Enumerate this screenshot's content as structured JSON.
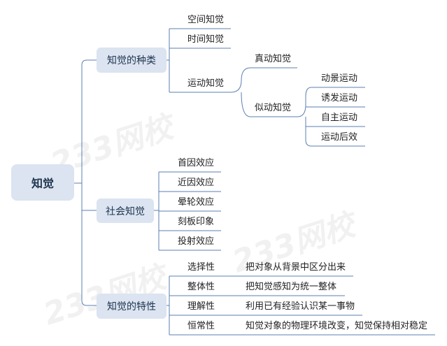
{
  "watermark": "233网校",
  "root": {
    "label": "知觉"
  },
  "branches": [
    {
      "label": "知觉的种类",
      "children": [
        {
          "label": "空间知觉"
        },
        {
          "label": "时间知觉"
        },
        {
          "label": "运动知觉",
          "children": [
            {
              "label": "真动知觉"
            },
            {
              "label": "似动知觉",
              "children": [
                {
                  "label": "动景运动"
                },
                {
                  "label": "诱发运动"
                },
                {
                  "label": "自主运动"
                },
                {
                  "label": "运动后效"
                }
              ]
            }
          ]
        }
      ]
    },
    {
      "label": "社会知觉",
      "children": [
        {
          "label": "首因效应"
        },
        {
          "label": "近因效应"
        },
        {
          "label": "晕轮效应"
        },
        {
          "label": "刻板印象"
        },
        {
          "label": "投射效应"
        }
      ]
    },
    {
      "label": "知觉的特性",
      "children": [
        {
          "label": "选择性",
          "desc": "把对象从背景中区分出来"
        },
        {
          "label": "整体性",
          "desc": "把知觉感知为统一整体"
        },
        {
          "label": "理解性",
          "desc": "利用已有经验认识某一事物"
        },
        {
          "label": "恒常性",
          "desc": "知觉对象的物理环境改变，知觉保持相对稳定"
        }
      ]
    }
  ],
  "colors": {
    "line": "#5b7fb0",
    "node": "#dbe4f0"
  }
}
